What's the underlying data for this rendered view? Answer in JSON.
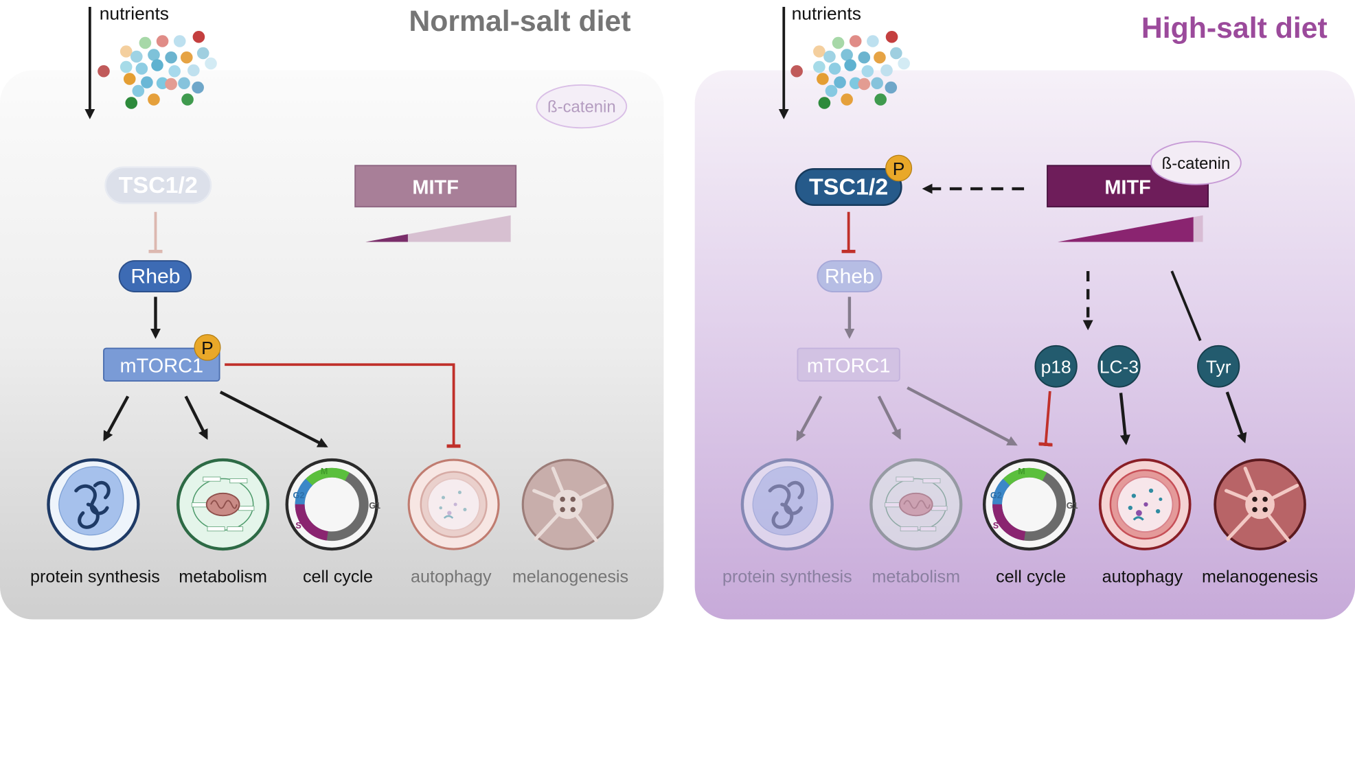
{
  "left_panel": {
    "title": "Normal-salt diet",
    "nutrients_label": "nutrients",
    "nodes": {
      "tsc": "TSC1/2",
      "rheb": "Rheb",
      "mtorc1": "mTORC1",
      "mitf": "MITF",
      "beta_catenin": "ß-catenin",
      "phospho": "P"
    },
    "processes": [
      "protein synthesis",
      "metabolism",
      "cell cycle",
      "autophagy",
      "melanogenesis"
    ]
  },
  "right_panel": {
    "title": "High-salt diet",
    "nutrients_label": "nutrients",
    "nodes": {
      "tsc": "TSC1/2",
      "rheb": "Rheb",
      "mtorc1": "mTORC1",
      "mitf": "MITF",
      "beta_catenin": "ß-catenin",
      "phospho": "P",
      "p18": "p18",
      "lc3": "LC-3",
      "tyr": "Tyr"
    },
    "processes": [
      "protein synthesis",
      "metabolism",
      "cell cycle",
      "autophagy",
      "melanogenesis"
    ]
  },
  "cell_cycle_phases": {
    "m": "M",
    "g1": "G1",
    "g2": "G2",
    "s": "S"
  },
  "colors": {
    "normal_title": "#757575",
    "high_title": "#9b4a9b",
    "activation_arrow": "#1a1a1a",
    "inhibition": "#c0302a",
    "mitf": "#a87f98",
    "mitf_active": "#6e1d5a",
    "rheb": "#3d6bb4",
    "tsc_active": "#265a8a",
    "phospho": "#e9a829",
    "marker_teal": "#235b6e"
  }
}
